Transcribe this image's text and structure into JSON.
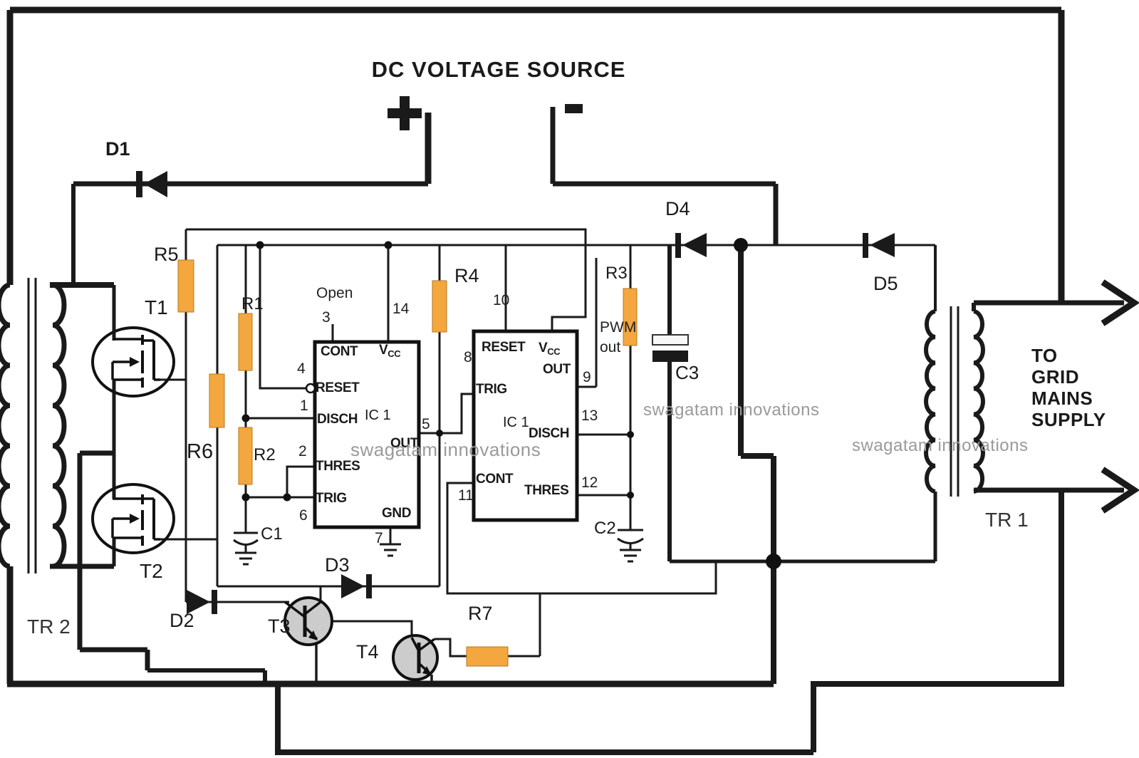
{
  "title": "DC VOLTAGE SOURCE",
  "terminals": {
    "plus": "+",
    "minus": "-"
  },
  "output": {
    "lines": [
      "TO",
      "GRID",
      "MAINS",
      "SUPPLY"
    ]
  },
  "watermark": "swagatam innovations",
  "transformers": {
    "tr1": "TR 1",
    "tr2": "TR 2"
  },
  "diodes": {
    "d1": "D1",
    "d2": "D2",
    "d3": "D3",
    "d4": "D4",
    "d5": "D5"
  },
  "resistors": {
    "r1": "R1",
    "r2": "R2",
    "r3": "R3",
    "r4": "R4",
    "r5": "R5",
    "r6": "R6",
    "r7": "R7"
  },
  "capacitors": {
    "c1": "C1",
    "c2": "C2",
    "c3": "C3"
  },
  "transistors": {
    "t1": "T1",
    "t2": "T2",
    "t3": "T3",
    "t4": "T4"
  },
  "ic1": {
    "name": "IC 1",
    "open_label": "Open",
    "pins": {
      "cont": "CONT",
      "vcc_main": "V",
      "vcc_sub": "CC",
      "reset": "RESET",
      "disch": "DISCH",
      "thres": "THRES",
      "trig": "TRIG",
      "out": "OUT",
      "gnd": "GND"
    },
    "pin_numbers": {
      "p3": "3",
      "p14": "14",
      "p4": "4",
      "p1": "1",
      "p2": "2",
      "p6": "6",
      "p5": "5",
      "p7": "7"
    }
  },
  "ic2": {
    "name": "IC 1",
    "pwm": {
      "line1": "PWM",
      "line2": "out"
    },
    "pins": {
      "reset": "RESET",
      "vcc_main": "V",
      "vcc_sub": "CC",
      "trig": "TRIG",
      "cont": "CONT",
      "out": "OUT",
      "disch": "DISCH",
      "thres": "THRES"
    },
    "pin_numbers": {
      "p10": "10",
      "p8": "8",
      "p11": "11",
      "p9": "9",
      "p13": "13",
      "p12": "12"
    }
  },
  "colors": {
    "wire": "#1a1a1a",
    "resistor_fill": "#F3A73E",
    "transistor_fill": "#cccccc",
    "watermark": "#9a9a9a",
    "background": "#ffffff"
  }
}
